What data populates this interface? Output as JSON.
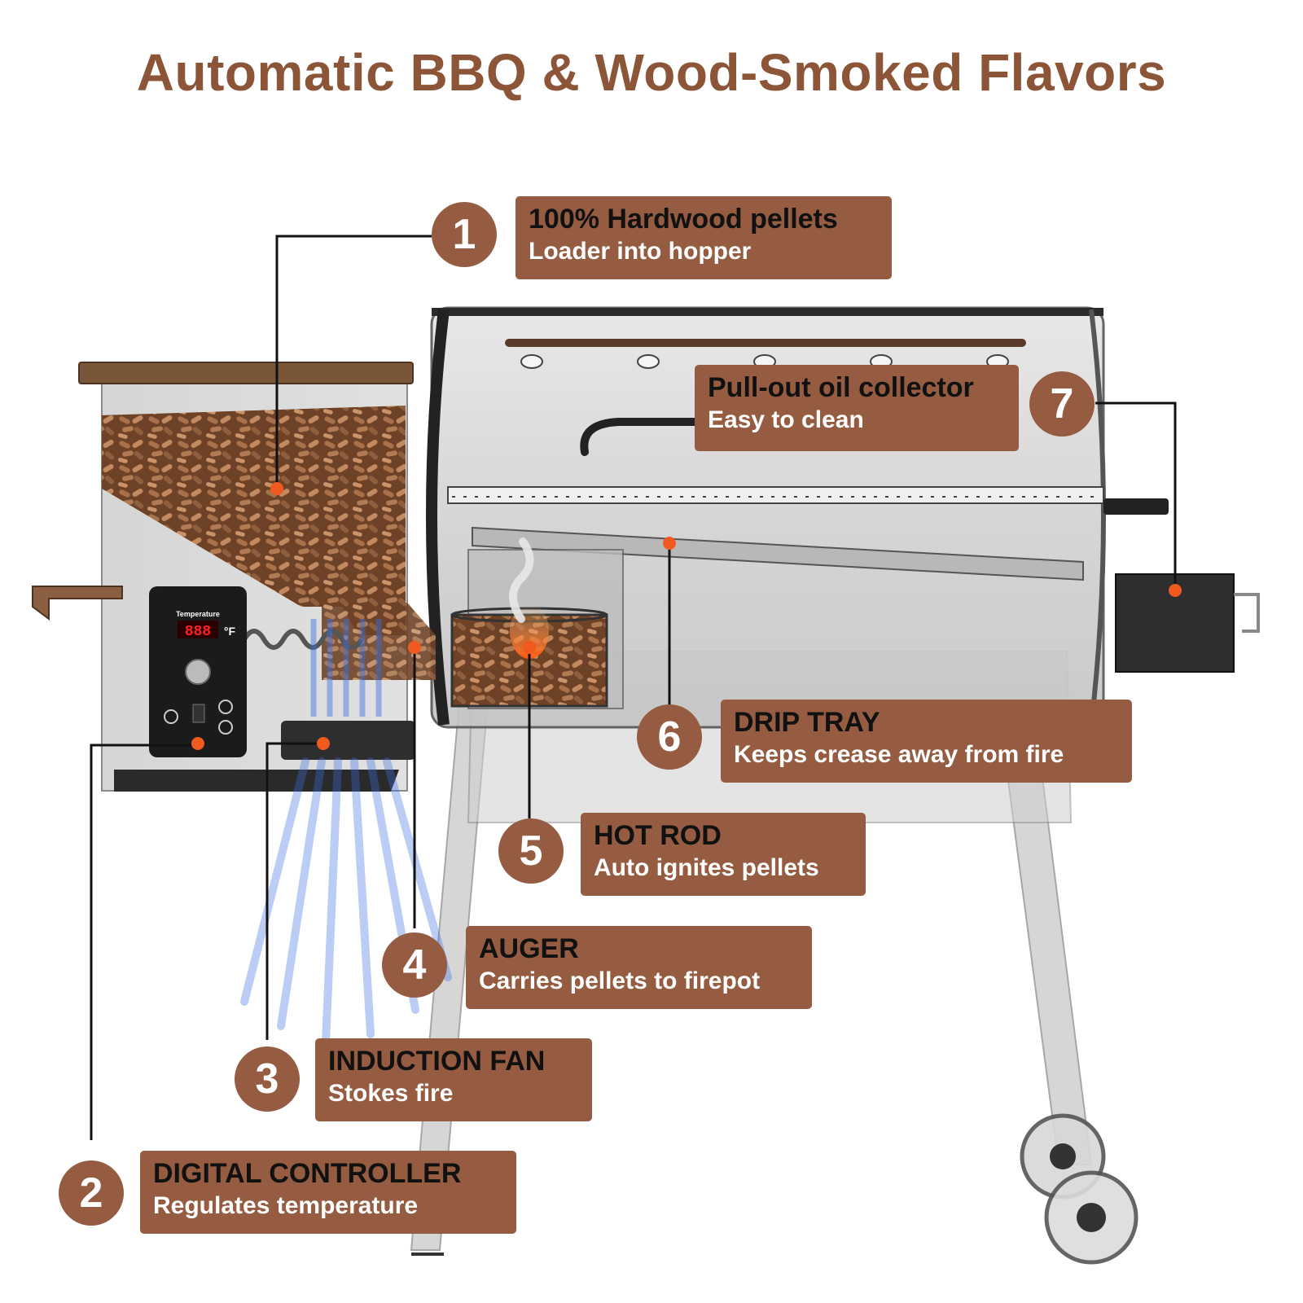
{
  "title": "Automatic BBQ & Wood-Smoked Flavors",
  "colors": {
    "title": "#8d5538",
    "label_box": "#955c41",
    "badge": "#955c41",
    "marker_dot": "#f15a1e",
    "leader_line": "#111111",
    "fan_airflow": "#3b6fe0",
    "pellets": "#8a5a3a"
  },
  "controller": {
    "temp_label": "Temperature",
    "display": "888",
    "unit": "°F"
  },
  "callouts": [
    {
      "number": "1",
      "heading": "100% Hardwood  pellets",
      "subtitle": "Loader into hopper"
    },
    {
      "number": "2",
      "heading": "DIGITAL CONTROLLER",
      "subtitle": "Regulates temperature"
    },
    {
      "number": "3",
      "heading": "INDUCTION FAN",
      "subtitle": "Stokes fire"
    },
    {
      "number": "4",
      "heading": "AUGER",
      "subtitle": "Carries pellets to firepot"
    },
    {
      "number": "5",
      "heading": "HOT ROD",
      "subtitle": "Auto ignites pellets"
    },
    {
      "number": "6",
      "heading": "DRIP TRAY",
      "subtitle": "Keeps crease away from fire"
    },
    {
      "number": "7",
      "heading": "Pull-out oil collector",
      "subtitle": "Easy to clean"
    }
  ]
}
